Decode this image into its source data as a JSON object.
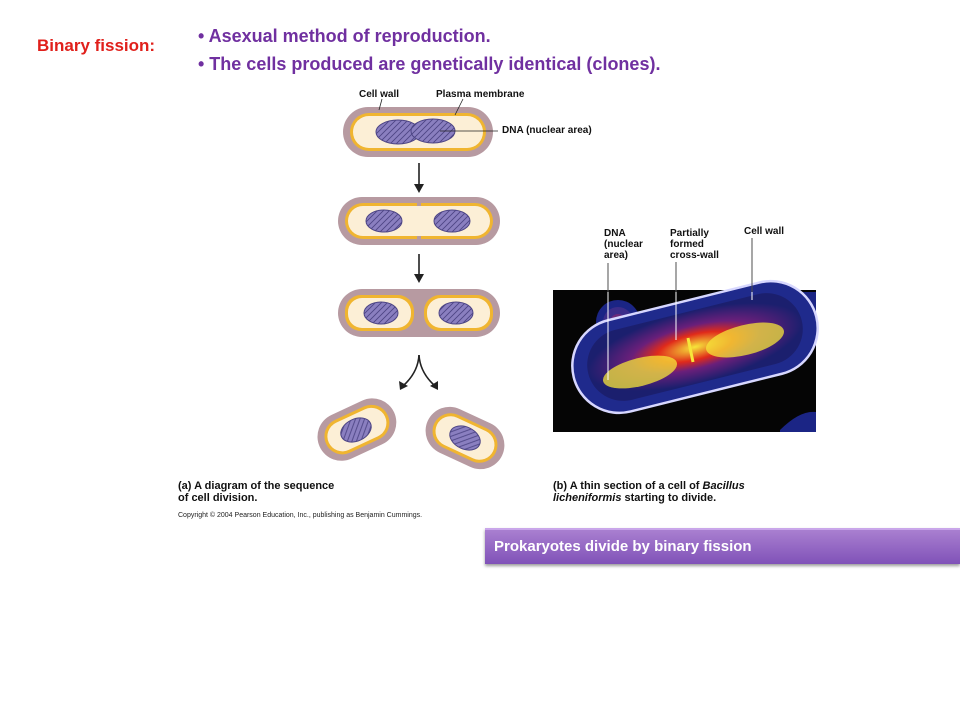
{
  "header": {
    "label": "Binary fission:",
    "bullets": [
      "• Asexual method of reproduction.",
      "• The cells produced are genetically identical (clones)."
    ]
  },
  "figure_a": {
    "labels": {
      "cell_wall": "Cell wall",
      "plasma_membrane": "Plasma membrane",
      "dna": "DNA (nuclear area)"
    },
    "caption_line1": "(a) A diagram of the sequence",
    "caption_line2": "of cell division."
  },
  "figure_b": {
    "labels": {
      "dna_1": "DNA",
      "dna_2": "(nuclear",
      "dna_3": "area)",
      "wall_1": "Partially",
      "wall_2": "formed",
      "wall_3": "cross-wall",
      "cell_wall": "Cell wall"
    },
    "caption_prefix": "(b) A thin section of a cell of ",
    "caption_italic1": "Bacillus",
    "caption_italic2": "licheniformis",
    "caption_suffix": " starting to divide."
  },
  "copyright": "Copyright © 2004 Pearson Education, Inc., publishing as Benjamin Cummings.",
  "banner": {
    "text": "Prokaryotes divide by binary fission"
  },
  "colors": {
    "title_red": "#e0201b",
    "bullet_purple": "#7030a0",
    "cell_wall": "#b79aa1",
    "membrane": "#f0b530",
    "cytoplasm": "#fcefd6",
    "dna": "#8a7fc0",
    "banner": "#9265c4"
  }
}
